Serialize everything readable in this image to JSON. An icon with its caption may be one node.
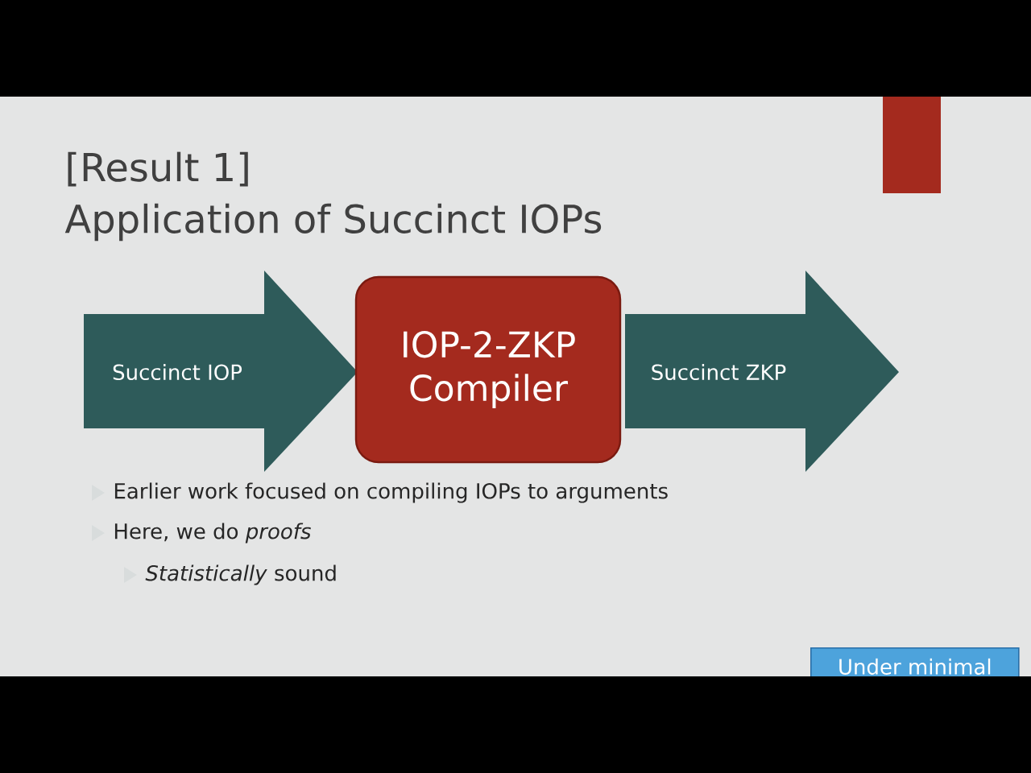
{
  "diagram": {
    "nodes": [
      {
        "text": [
          "Succinct IOP"
        ]
      },
      {
        "text": [
          "IOP-2-ZKP Compiler"
        ]
      },
      {
        "text": [
          "Succinct ZKP"
        ]
      },
      {
        "text": [
          "Under minimal"
        ]
      }
    ],
    "labels": [
      "[Result 1]",
      "Application of Succinct IOPs",
      "Earlier work focused on compiling IOPs to arguments",
      "Here, we do *proofs*",
      "*Statistically* sound"
    ]
  }
}
